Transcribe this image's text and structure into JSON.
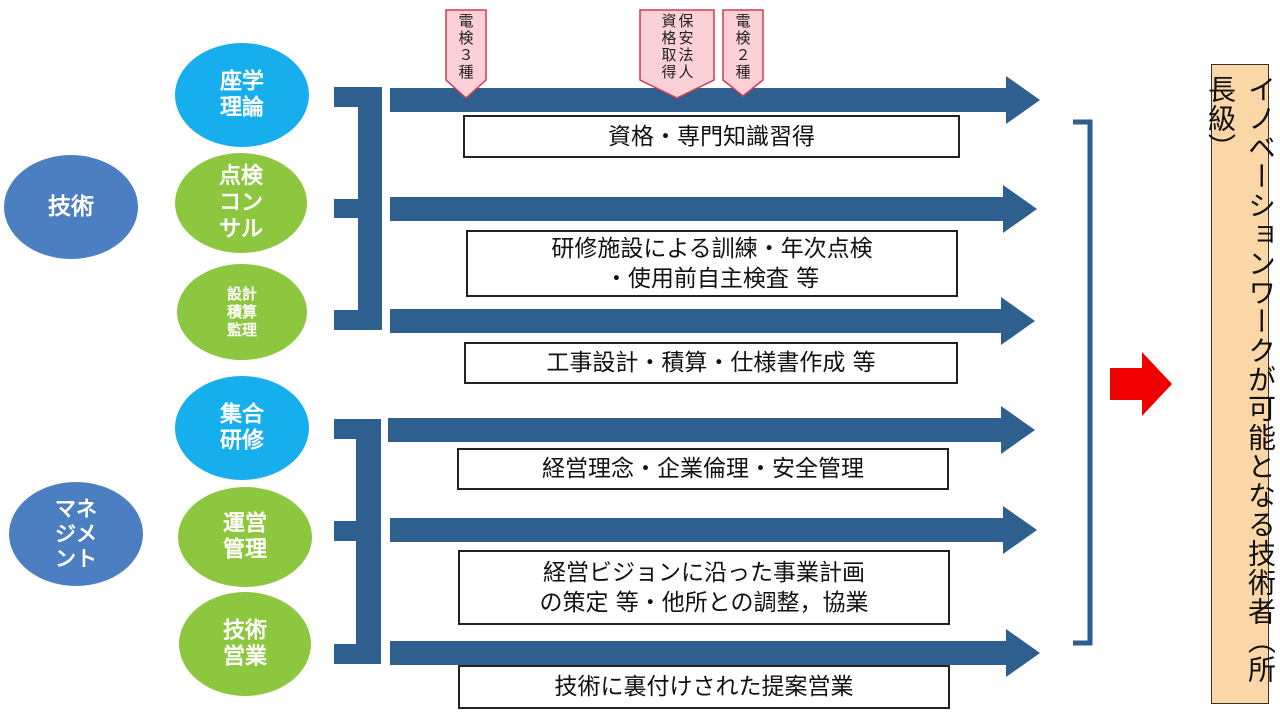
{
  "colors": {
    "arrow": "#2e5f8e",
    "cyan": "#17aeee",
    "green": "#8dc63f",
    "navy": "#4b7fc2",
    "tag_fill": "#fbd0d6",
    "tag_stroke": "#d03b53",
    "outcome_fill": "#fbd7a8",
    "red_arrow": "#ee0000"
  },
  "categories": {
    "tech": [
      "技術"
    ],
    "mgmt": [
      "マネ",
      "ジメ",
      "ント"
    ]
  },
  "skills": [
    {
      "id": "lecture",
      "lines": [
        "座学",
        "理論"
      ],
      "color": "cyan"
    },
    {
      "id": "inspection",
      "lines": [
        "点検",
        "コン",
        "サル"
      ],
      "color": "green"
    },
    {
      "id": "design",
      "lines": [
        "設計",
        "積算",
        "監理"
      ],
      "color": "green"
    },
    {
      "id": "group",
      "lines": [
        "集合",
        "研修"
      ],
      "color": "cyan"
    },
    {
      "id": "operation",
      "lines": [
        "運営",
        "管理"
      ],
      "color": "green"
    },
    {
      "id": "sales",
      "lines": [
        "技術",
        "営業"
      ],
      "color": "green"
    }
  ],
  "descriptions": [
    [
      "資格・専門知識習得"
    ],
    [
      "研修施設による訓練・年次点検",
      "・使用前自主検査 等"
    ],
    [
      "工事設計・積算・仕様書作成 等"
    ],
    [
      "経営理念・企業倫理・安全管理"
    ],
    [
      "経営ビジョンに沿った事業計画",
      "の策定 等・他所との調整，協業"
    ],
    [
      "技術に裏付けされた提案営業"
    ]
  ],
  "tags": [
    {
      "cols": [
        [
          "電",
          "検",
          "３",
          "種"
        ]
      ]
    },
    {
      "cols": [
        [
          "保",
          "安",
          "法",
          "人"
        ],
        [
          "資",
          "格",
          "取",
          "得"
        ]
      ]
    },
    {
      "cols": [
        [
          "電",
          "検",
          "２",
          "種"
        ]
      ]
    }
  ],
  "outcome": "イノベーションワークが可能となる技術者（所長級）"
}
